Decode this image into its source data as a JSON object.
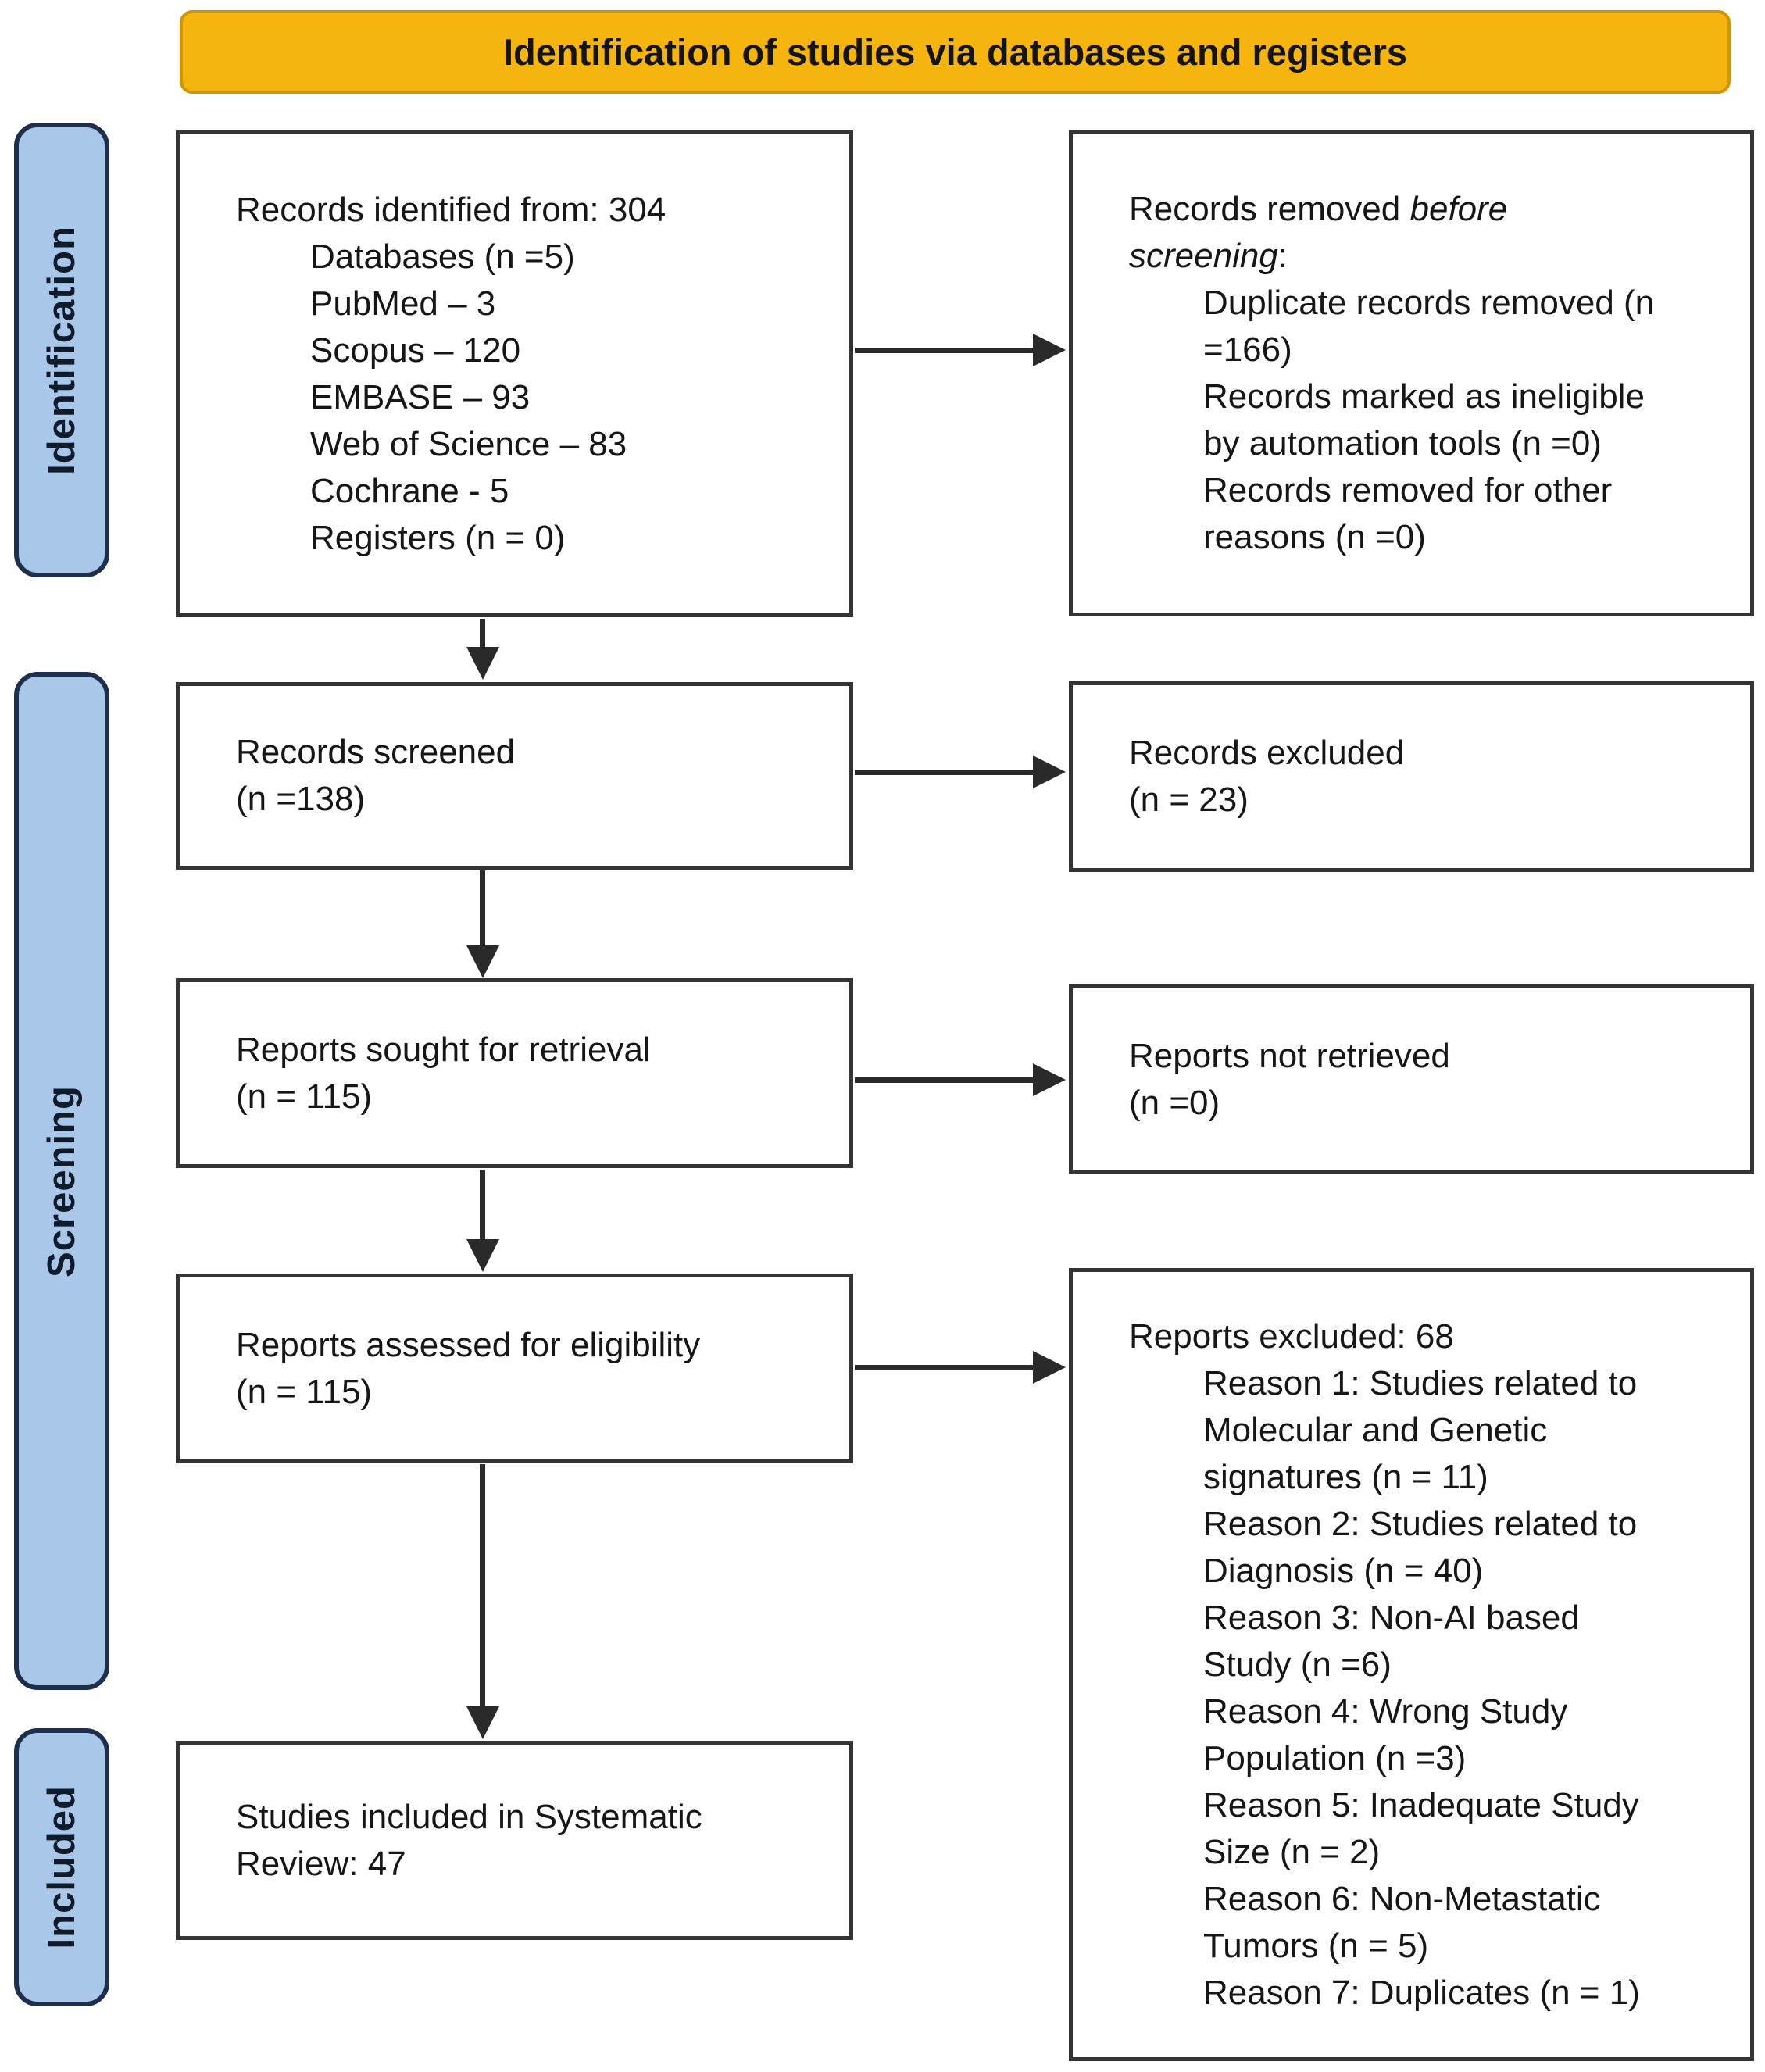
{
  "banner": {
    "title": "Identification of studies via databases and registers",
    "bg_color": "#F6B40E",
    "border_color": "#D19405"
  },
  "sidebar": {
    "bg_color": "#A8C7E9",
    "border_color": "#1E2F4D",
    "stages": [
      {
        "label": "Identification"
      },
      {
        "label": "Screening"
      },
      {
        "label": "Included"
      }
    ]
  },
  "boxes": {
    "identified": {
      "title": "Records identified from: 304",
      "items": [
        "Databases (n =5)",
        "PubMed – 3",
        "Scopus – 120",
        "EMBASE – 93",
        "Web of Science – 83",
        "Cochrane - 5",
        "Registers (n = 0)"
      ]
    },
    "removed_before": {
      "line1_text": "Records removed",
      "line1_italic": "before",
      "line2_italic": "screening",
      "line2_text": ":",
      "items": [
        "Duplicate records removed (n =166)",
        "Records marked as ineligible by automation tools (n =0)",
        "Records removed for other reasons (n =0)"
      ]
    },
    "screened": {
      "line1": "Records screened",
      "line2": "(n =138)"
    },
    "records_excluded": {
      "line1": "Records excluded",
      "line2": "(n = 23)"
    },
    "sought": {
      "line1": "Reports sought for retrieval",
      "line2": "(n = 115)"
    },
    "not_retrieved": {
      "line1": "Reports not retrieved",
      "line2": "(n =0)"
    },
    "assessed": {
      "line1": "Reports assessed for eligibility",
      "line2": "(n = 115)"
    },
    "reports_excluded": {
      "title": "Reports excluded: 68",
      "items": [
        "Reason 1: Studies related to Molecular and Genetic signatures (n = 11)",
        "Reason 2: Studies related to Diagnosis (n = 40)",
        "Reason 3: Non-AI based Study (n =6)",
        "Reason 4: Wrong Study Population (n =3)",
        "Reason 5: Inadequate Study Size (n = 2)",
        "Reason 6: Non-Metastatic Tumors (n = 5)",
        "Reason 7: Duplicates (n = 1)"
      ]
    },
    "included": {
      "line1": "Studies included in Systematic Review: 47"
    }
  }
}
